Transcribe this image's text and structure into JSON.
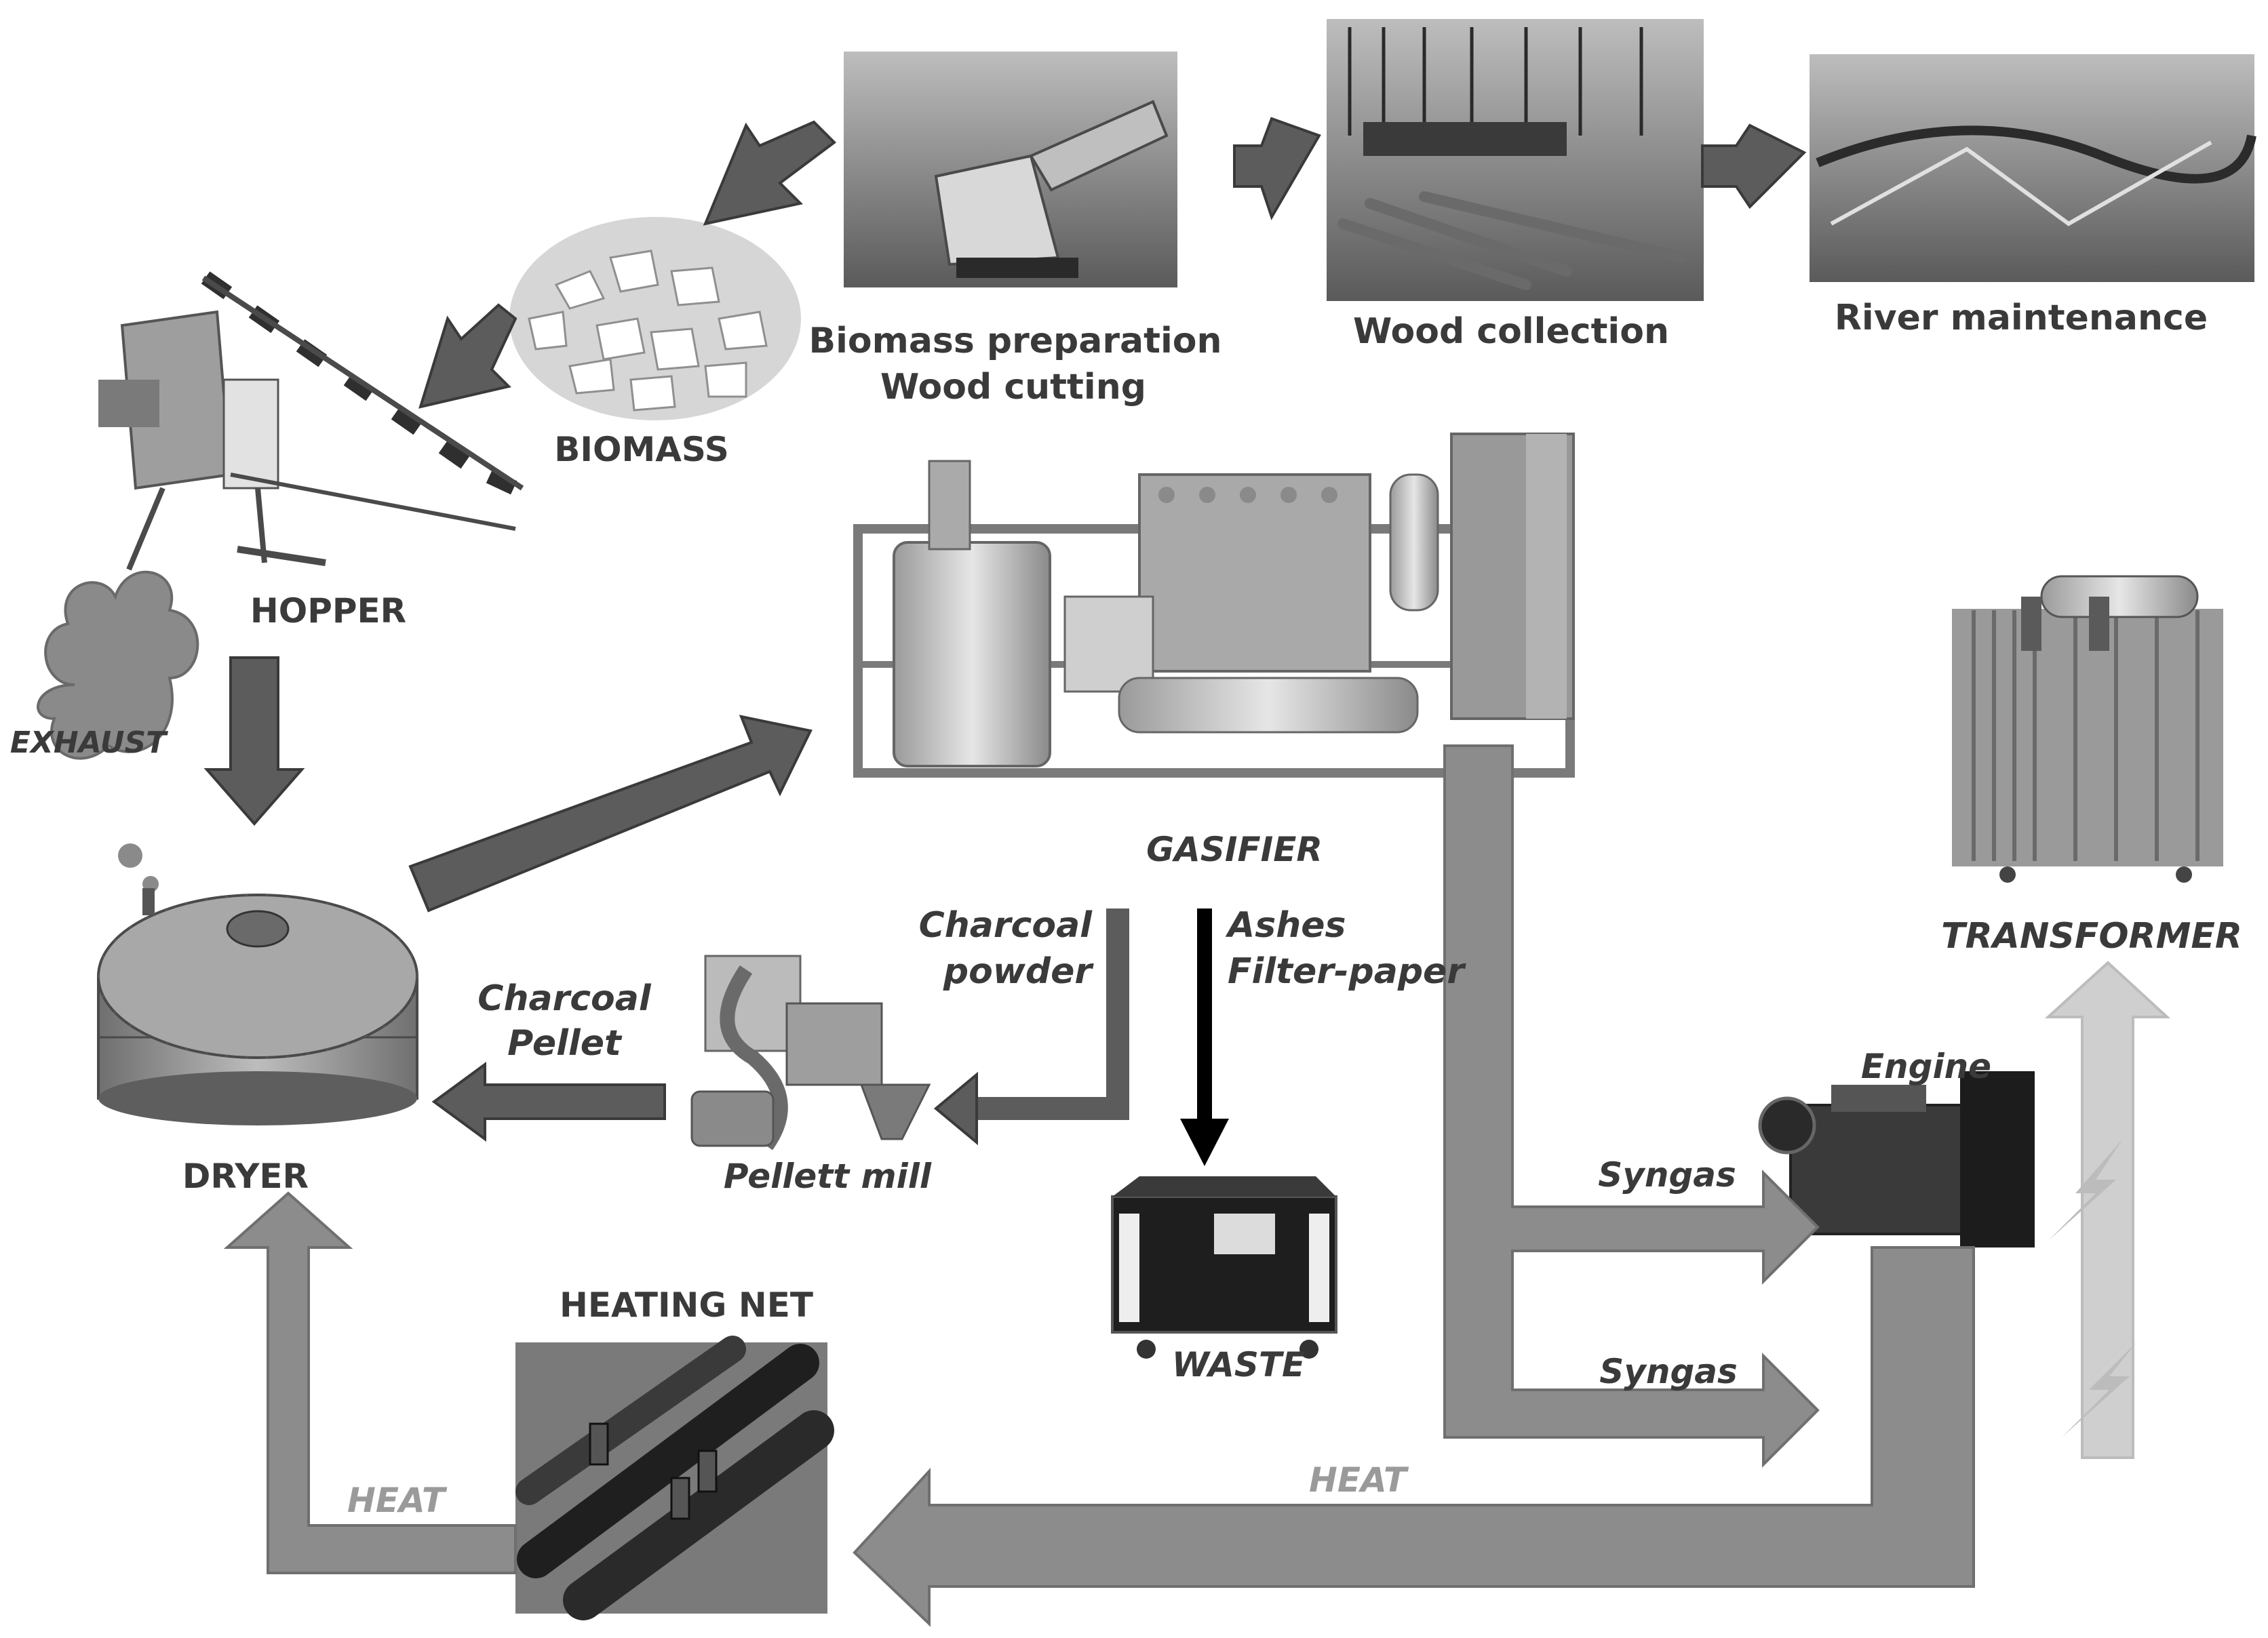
{
  "stages": {
    "river_maintenance": "River maintenance",
    "wood_collection": "Wood collection",
    "biomass_preparation": [
      "Biomass preparation",
      "Wood cutting"
    ],
    "biomass": "BIOMASS",
    "hopper": "HOPPER",
    "exhaust": "EXHAUST",
    "dryer": "DRYER",
    "gasifier": "GASIFIER",
    "pellett_mill": "Pellett mill",
    "waste": "WASTE",
    "engine": "Engine",
    "transformer": "TRANSFORMER",
    "heating_net": "HEATING NET"
  },
  "flows": {
    "charcoal_pellet": [
      "Charcoal",
      "Pellet"
    ],
    "charcoal_powder": [
      "Charcoal",
      "powder"
    ],
    "ashes": [
      "Ashes",
      "Filter-paper"
    ],
    "syngas_1": "Syngas",
    "syngas_2": "Syngas",
    "heat_main": "HEAT",
    "heat_left": "HEAT"
  },
  "colors": {
    "arrow_dark": "#5c5c5c",
    "arrow_mid": "#8c8c8c",
    "arrow_light": "#cfcfcf",
    "arrow_black": "#000000",
    "label": "#3a3a3a",
    "label_light": "#9a9a9a"
  }
}
